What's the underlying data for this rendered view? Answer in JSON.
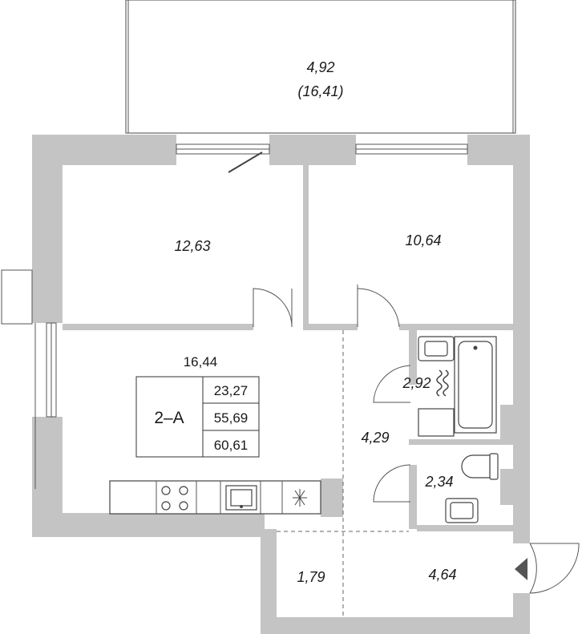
{
  "balcony": {
    "area": "4,92",
    "area_full": "(16,41)"
  },
  "rooms": {
    "bedroom_left": "12,63",
    "bedroom_right": "10,64",
    "living_kitchen": "16,44",
    "bathroom": "2,92",
    "toilet": "2,34",
    "corridor": "4,29",
    "storage": "1,79",
    "hall": "4,64"
  },
  "summary": {
    "unit_code": "2–А",
    "living_area": "23,27",
    "total_area": "55,69",
    "total_area_with_balcony": "60,61"
  },
  "colors": {
    "wall": "#c4c4c4",
    "entrance_arrow": "#555555"
  }
}
